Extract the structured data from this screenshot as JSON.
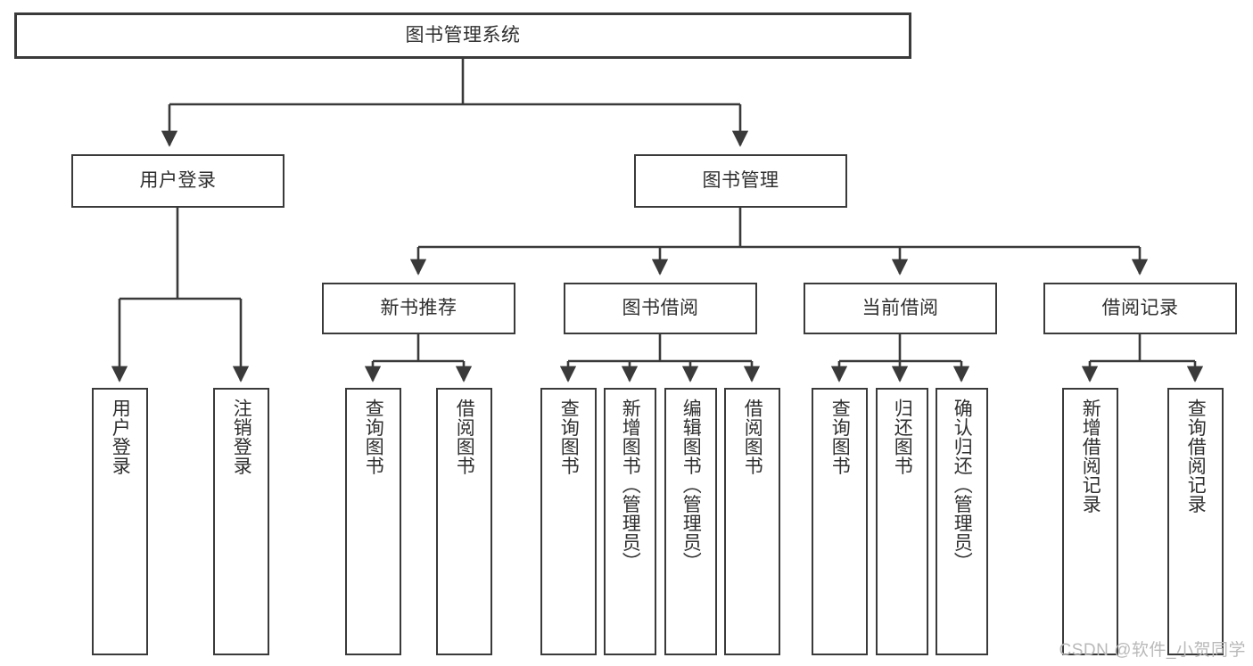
{
  "diagram": {
    "title": "图书管理系统",
    "type": "tree-hierarchy-diagram",
    "watermark": "CSDN @软件_小贺同学",
    "accent_colors": {
      "line": "#3a3a3a",
      "box_border": "#3a3a3a",
      "box_fill": "#ffffff",
      "text": "#2f2f2f",
      "watermark": "#b9b9b9"
    },
    "root": {
      "label": "图书管理系统"
    },
    "level2": [
      {
        "label": "用户登录"
      },
      {
        "label": "图书管理"
      }
    ],
    "level3": [
      {
        "label": "新书推荐"
      },
      {
        "label": "图书借阅"
      },
      {
        "label": "当前借阅"
      },
      {
        "label": "借阅记录"
      }
    ],
    "leaves": {
      "user_login": [
        {
          "label": "用户登录"
        },
        {
          "label": "注销登录"
        }
      ],
      "new_book_recommend": [
        {
          "label": "查询图书"
        },
        {
          "label": "借阅图书"
        }
      ],
      "book_borrow": [
        {
          "label": "查询图书"
        },
        {
          "label": "新增图书（管理员）"
        },
        {
          "label": "编辑图书（管理员）"
        },
        {
          "label": "借阅图书"
        }
      ],
      "current_borrow": [
        {
          "label": "查询图书"
        },
        {
          "label": "归还图书"
        },
        {
          "label": "确认归还（管理员）"
        }
      ],
      "borrow_records": [
        {
          "label": "新增借阅记录"
        },
        {
          "label": "查询借阅记录"
        }
      ]
    }
  }
}
